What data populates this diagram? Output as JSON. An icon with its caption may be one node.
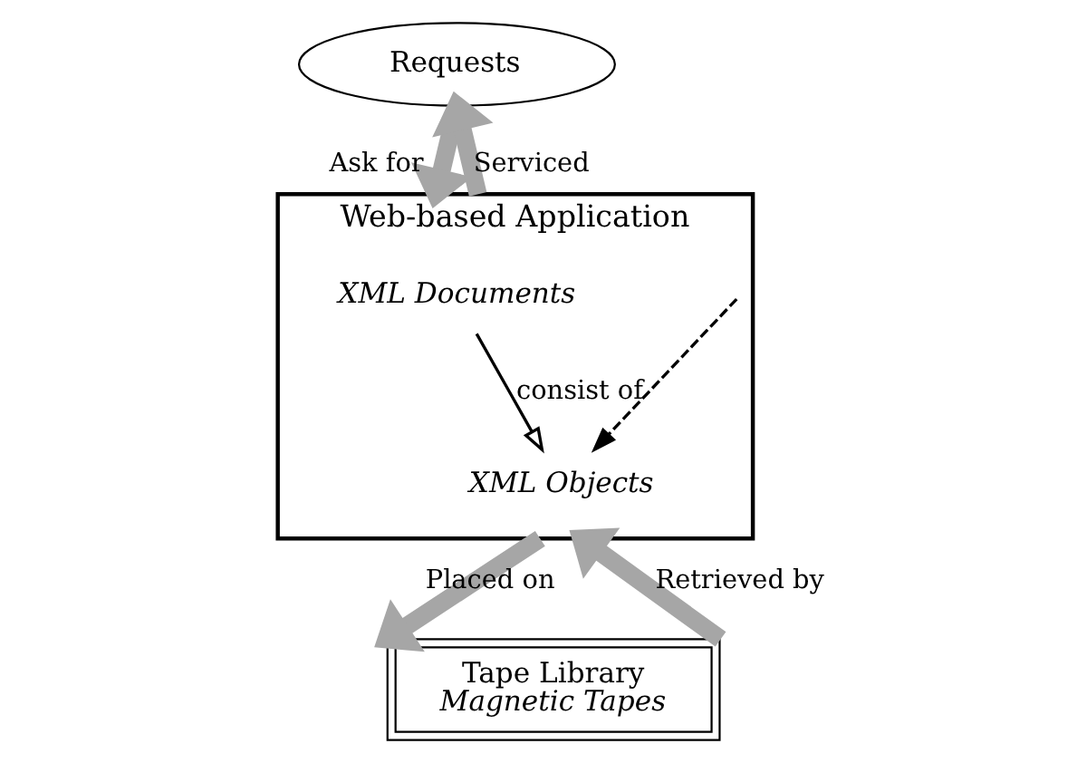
{
  "diagram": {
    "nodes": [
      {
        "text": [
          "Requests"
        ]
      },
      {
        "text": [
          "Web-based Application"
        ]
      },
      {
        "text": [
          "XML Documents"
        ],
        "in": 1
      },
      {
        "text": [
          "XML Objects"
        ],
        "in": 1
      },
      {
        "text": [
          "Tape Library",
          "Magnetic Tapes"
        ]
      }
    ],
    "edges": [
      {
        "from": 0,
        "to": 1,
        "arrow": "to",
        "label": "Ask for"
      },
      {
        "from": 1,
        "to": 0,
        "arrow": "to",
        "label": "Serviced"
      },
      {
        "from": 2,
        "to": 3,
        "arrow": "to",
        "label": "consist of",
        "color": "#000000"
      },
      {
        "from": null,
        "to": 3,
        "arrow": "to",
        "style": "dashed",
        "color": "#000000"
      },
      {
        "from": 1,
        "to": 4,
        "arrow": "to",
        "label": "Placed on"
      },
      {
        "from": 4,
        "to": 1,
        "arrow": "to",
        "label": "Retrieved by"
      }
    ]
  }
}
